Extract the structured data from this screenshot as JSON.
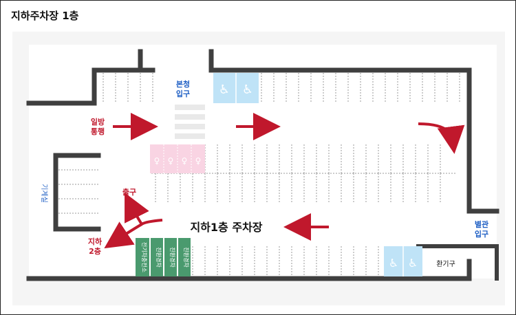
{
  "page": {
    "title": "지하주차장 1층"
  },
  "map": {
    "floor_label": "지하1층 주차장",
    "labels": {
      "main_building_entrance": [
        "본청",
        "입구"
      ],
      "annex_entrance": [
        "별관",
        "입구"
      ],
      "one_way": [
        "일방",
        "통행"
      ],
      "exit": "출구",
      "to_b2": [
        "지하",
        "2층"
      ],
      "machine_room": "기계실",
      "ventilation": "환기구"
    },
    "ev_spots": [
      "전기차충전소",
      "친환경차",
      "친환경차",
      "친환경차"
    ],
    "icons": {
      "accessible": "wheelchair-icon",
      "women_only": "woman-pram-icon",
      "arrow": "direction-arrow-icon"
    },
    "colors": {
      "wall": "#3f3f3f",
      "arrow_red": "#c0182c",
      "accessible_blue": "#bfe3f7",
      "women_pink": "#f9d4e3",
      "ev_green": "#4a9a6e",
      "entrance_blue": "#1f5fc4"
    }
  }
}
